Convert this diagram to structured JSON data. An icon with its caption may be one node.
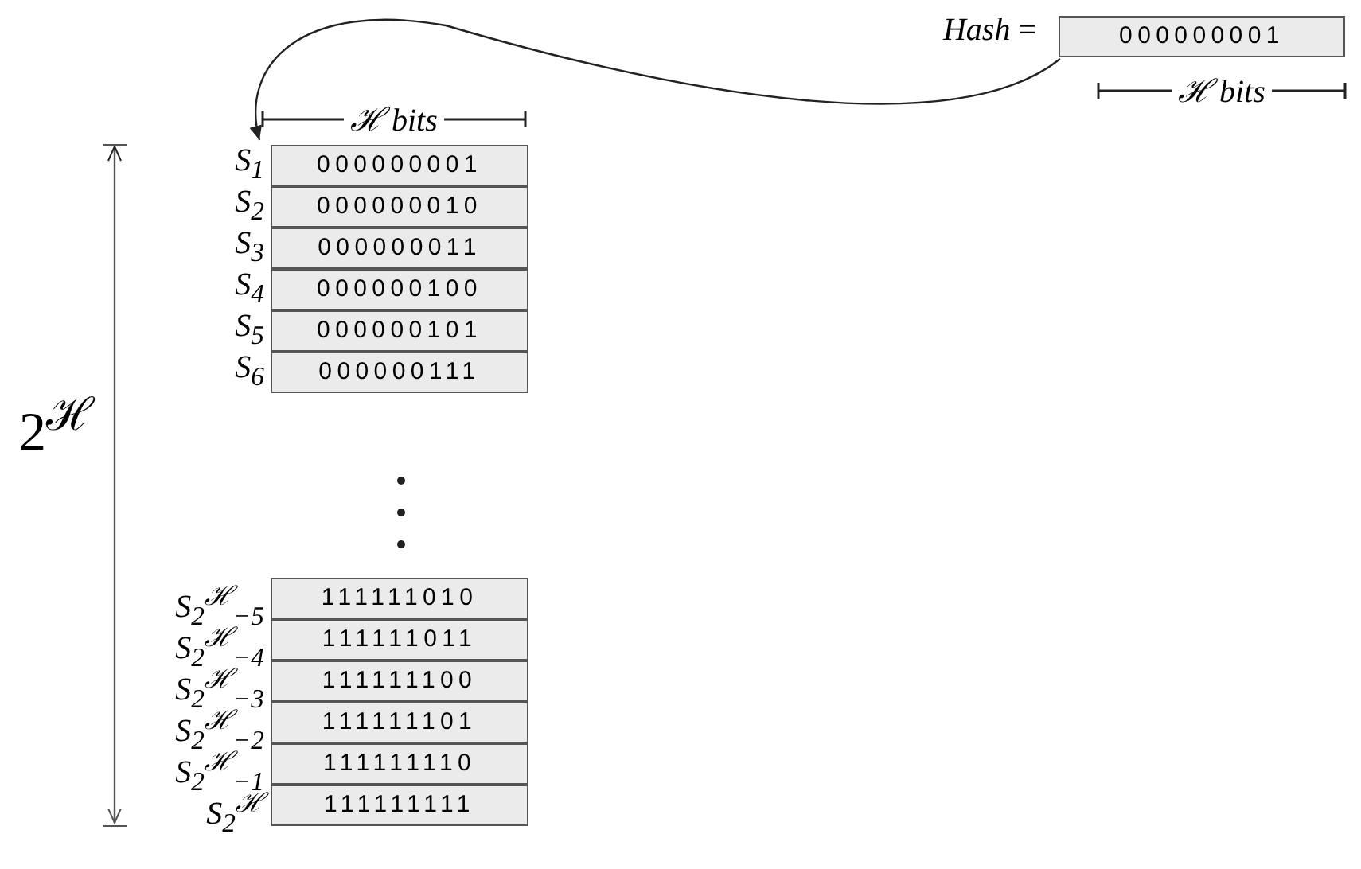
{
  "diagram": {
    "nodes": [
      {
        "text": [
          "000000001"
        ],
        "beside": [
          "*Hash* ="
        ]
      },
      {
        "text": [
          "000000001"
        ],
        "beside": [
          "S$_{1}$"
        ]
      },
      {
        "text": [
          "000000010"
        ],
        "beside": [
          "S$_{2}$"
        ]
      },
      {
        "text": [
          "000000011"
        ],
        "beside": [
          "S$_{3}$"
        ]
      },
      {
        "text": [
          "000000100"
        ],
        "beside": [
          "S$_{4}$"
        ]
      },
      {
        "text": [
          "000000101"
        ],
        "beside": [
          "S$_{5}$"
        ]
      },
      {
        "text": [
          "000000111"
        ],
        "beside": [
          "S$_{6}$"
        ]
      },
      {
        "text": [
          "111111010"
        ],
        "beside": [
          "S$_{2}$$^{ℋ}$$_{−5}$"
        ]
      },
      {
        "text": [
          "111111011"
        ],
        "beside": [
          "S$_{2}$$^{ℋ}$$_{−4}$"
        ]
      },
      {
        "text": [
          "111111100"
        ],
        "beside": [
          "S$_{2}$$^{ℋ}$$_{−3}$"
        ]
      },
      {
        "text": [
          "111111101"
        ],
        "beside": [
          "S$_{2}$$^{ℋ}$$_{−2}$"
        ]
      },
      {
        "text": [
          "111111110"
        ],
        "beside": [
          "S$_{2}$$^{ℋ}$$_{−1}$"
        ]
      },
      {
        "text": [
          "111111111"
        ],
        "beside": [
          "S$_{2}$$^{ℋ}$"
        ]
      }
    ],
    "edges": [
      {
        "from": 0,
        "to": 1,
        "arrow": "to"
      }
    ],
    "labels": [
      "ℋ bits",
      "ℋ bits",
      "2$^{ℋ}$"
    ]
  }
}
